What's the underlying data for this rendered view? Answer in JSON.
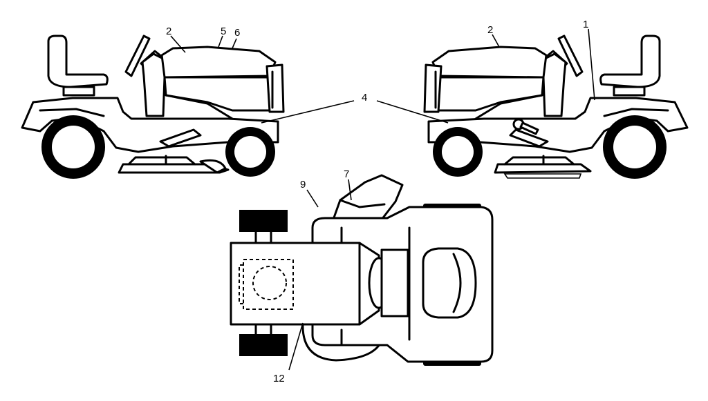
{
  "callouts": [
    {
      "id": "c1",
      "text": "1"
    },
    {
      "id": "c2a",
      "text": "2"
    },
    {
      "id": "c2b",
      "text": "2"
    },
    {
      "id": "c4",
      "text": "4"
    },
    {
      "id": "c5",
      "text": "5"
    },
    {
      "id": "c6",
      "text": "6"
    },
    {
      "id": "c7",
      "text": "7"
    },
    {
      "id": "c9",
      "text": "9"
    },
    {
      "id": "c12",
      "text": "12"
    }
  ]
}
